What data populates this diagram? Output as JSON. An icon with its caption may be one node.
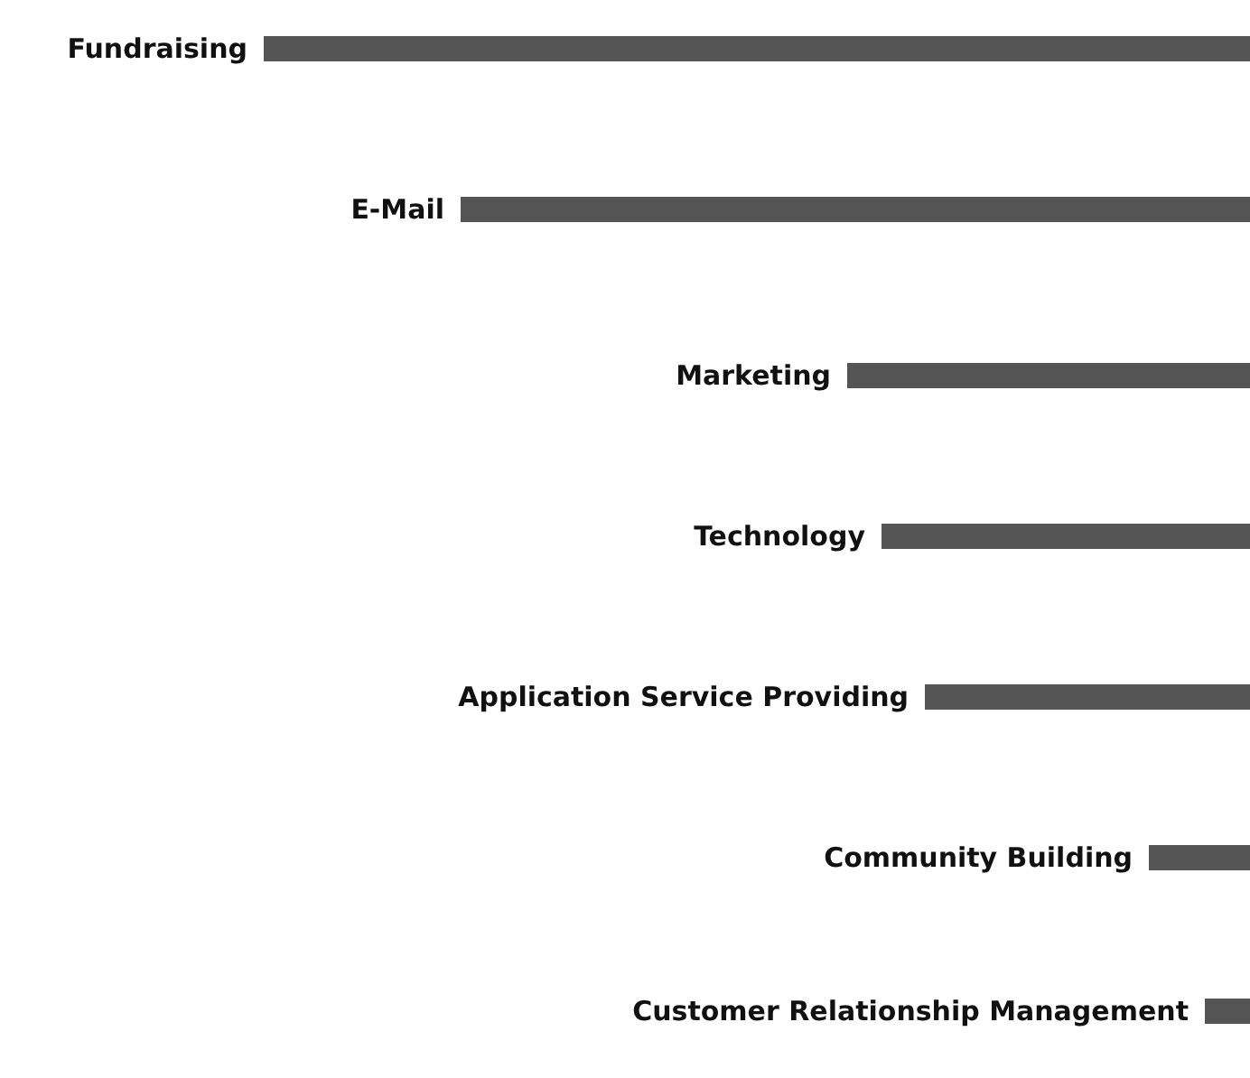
{
  "diagram": {
    "labels": [
      "Fundraising",
      "E-Mail",
      "Marketing",
      "Technology",
      "Application Service Providing",
      "Community Building",
      "Customer Relationship Management"
    ]
  }
}
